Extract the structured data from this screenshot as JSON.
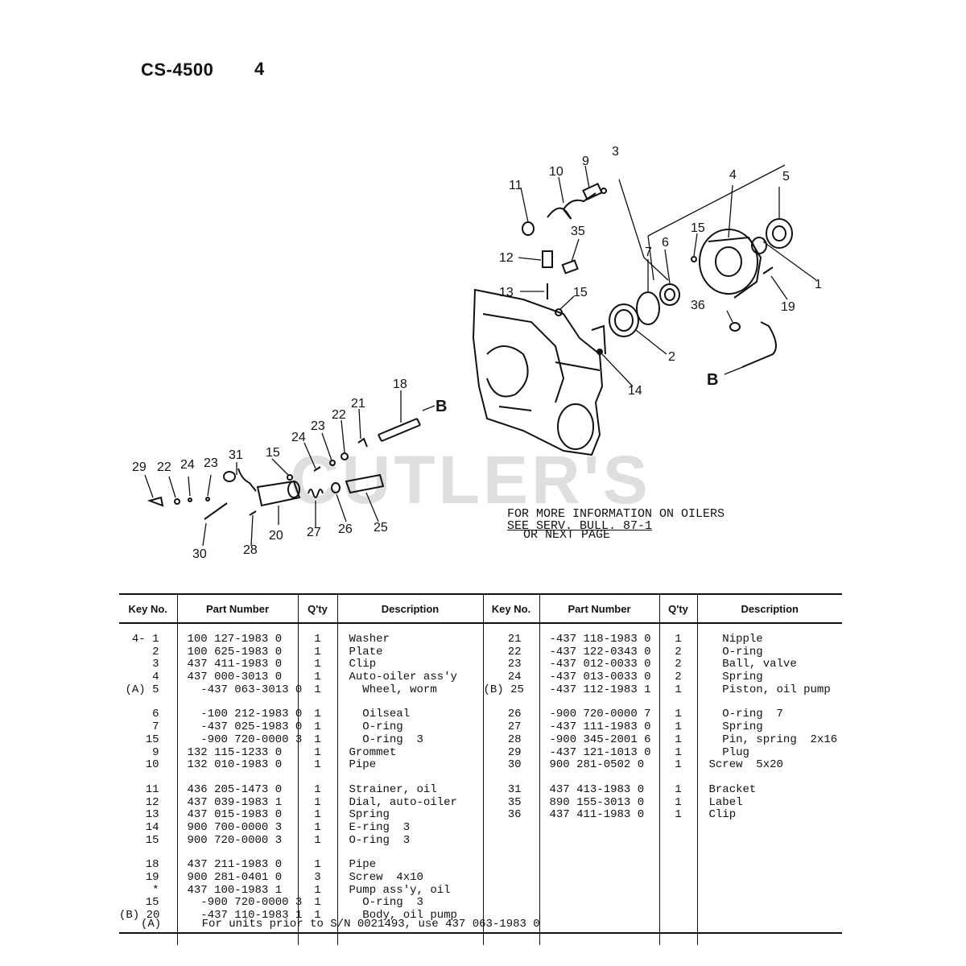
{
  "header": {
    "model": "CS-4500",
    "page": "4"
  },
  "watermark": "CUTLER'S",
  "note": [
    "FOR MORE INFORMATION ON OILERS",
    "SEE SERV. BULL.  87-1",
    "OR NEXT PAGE"
  ],
  "diagram": {
    "callouts": [
      "1",
      "2",
      "3",
      "4",
      "5",
      "6",
      "7",
      "9",
      "10",
      "11",
      "12",
      "13",
      "14",
      "15",
      "15",
      "15",
      "18",
      "19",
      "20",
      "21",
      "22",
      "22",
      "23",
      "23",
      "24",
      "24",
      "25",
      "26",
      "27",
      "28",
      "29",
      "30",
      "31",
      "35",
      "36"
    ],
    "section_refs": [
      "B",
      "B"
    ]
  },
  "table": {
    "columns": [
      "Key No.",
      "Part Number",
      "Q'ty",
      "Description",
      "Key No.",
      "Part Number",
      "Q'ty",
      "Description"
    ],
    "left_groups": [
      [
        {
          "key": "4- 1",
          "pn": "100 127-1983 0",
          "qty": "1",
          "desc": "Washer"
        },
        {
          "key": "2",
          "pn": "100 625-1983 0",
          "qty": "1",
          "desc": "Plate"
        },
        {
          "key": "3",
          "pn": "437 411-1983 0",
          "qty": "1",
          "desc": "Clip"
        },
        {
          "key": "4",
          "pn": "437 000-3013 0",
          "qty": "1",
          "desc": "Auto-oiler ass'y"
        },
        {
          "key": "(A) 5",
          "pn": "  -437 063-3013 0",
          "qty": "1",
          "desc": "  Wheel, worm"
        }
      ],
      [
        {
          "key": "6",
          "pn": "  -100 212-1983 0",
          "qty": "1",
          "desc": "  Oilseal"
        },
        {
          "key": "7",
          "pn": "  -437 025-1983 0",
          "qty": "1",
          "desc": "  O-ring"
        },
        {
          "key": "15",
          "pn": "  -900 720-0000 3",
          "qty": "1",
          "desc": "  O-ring  3"
        },
        {
          "key": "9",
          "pn": "132 115-1233 0",
          "qty": "1",
          "desc": "Grommet"
        },
        {
          "key": "10",
          "pn": "132 010-1983 0",
          "qty": "1",
          "desc": "Pipe"
        }
      ],
      [
        {
          "key": "11",
          "pn": "436 205-1473 0",
          "qty": "1",
          "desc": "Strainer, oil"
        },
        {
          "key": "12",
          "pn": "437 039-1983 1",
          "qty": "1",
          "desc": "Dial, auto-oiler"
        },
        {
          "key": "13",
          "pn": "437 015-1983 0",
          "qty": "1",
          "desc": "Spring"
        },
        {
          "key": "14",
          "pn": "900 700-0000 3",
          "qty": "1",
          "desc": "E-ring  3"
        },
        {
          "key": "15",
          "pn": "900 720-0000 3",
          "qty": "1",
          "desc": "O-ring  3"
        }
      ],
      [
        {
          "key": "18",
          "pn": "437 211-1983 0",
          "qty": "1",
          "desc": "Pipe"
        },
        {
          "key": "19",
          "pn": "900 281-0401 0",
          "qty": "3",
          "desc": "Screw  4x10"
        },
        {
          "key": "*",
          "pn": "437 100-1983 1",
          "qty": "1",
          "desc": "Pump ass'y, oil"
        },
        {
          "key": "15",
          "pn": "  -900 720-0000 3",
          "qty": "1",
          "desc": "  O-ring  3"
        },
        {
          "key": "(B) 20",
          "pn": "  -437 110-1983 1",
          "qty": "1",
          "desc": "  Body, oil pump"
        }
      ]
    ],
    "right_groups": [
      [
        {
          "key": "21",
          "pn": "-437 118-1983 0",
          "qty": "1",
          "desc": "  Nipple"
        },
        {
          "key": "22",
          "pn": "-437 122-0343 0",
          "qty": "2",
          "desc": "  O-ring"
        },
        {
          "key": "23",
          "pn": "-437 012-0033 0",
          "qty": "2",
          "desc": "  Ball, valve"
        },
        {
          "key": "24",
          "pn": "-437 013-0033 0",
          "qty": "2",
          "desc": "  Spring"
        },
        {
          "key": "(B) 25",
          "pn": "-437 112-1983 1",
          "qty": "1",
          "desc": "  Piston, oil pump"
        }
      ],
      [
        {
          "key": "26",
          "pn": "-900 720-0000 7",
          "qty": "1",
          "desc": "  O-ring  7"
        },
        {
          "key": "27",
          "pn": "-437 111-1983 0",
          "qty": "1",
          "desc": "  Spring"
        },
        {
          "key": "28",
          "pn": "-900 345-2001 6",
          "qty": "1",
          "desc": "  Pin, spring  2x16"
        },
        {
          "key": "29",
          "pn": "-437 121-1013 0",
          "qty": "1",
          "desc": "  Plug"
        },
        {
          "key": "30",
          "pn": "900 281-0502 0",
          "qty": "1",
          "desc": "Screw  5x20"
        }
      ],
      [
        {
          "key": "31",
          "pn": "437 413-1983 0",
          "qty": "1",
          "desc": "Bracket"
        },
        {
          "key": "35",
          "pn": "890 155-3013 0",
          "qty": "1",
          "desc": "Label"
        },
        {
          "key": "36",
          "pn": "437 411-1983 0",
          "qty": "1",
          "desc": "Clip"
        }
      ]
    ]
  },
  "footnotes": [
    {
      "mark": "(A)",
      "text": "For units prior to S/N 0021493, use 437 063-1983 0"
    }
  ]
}
